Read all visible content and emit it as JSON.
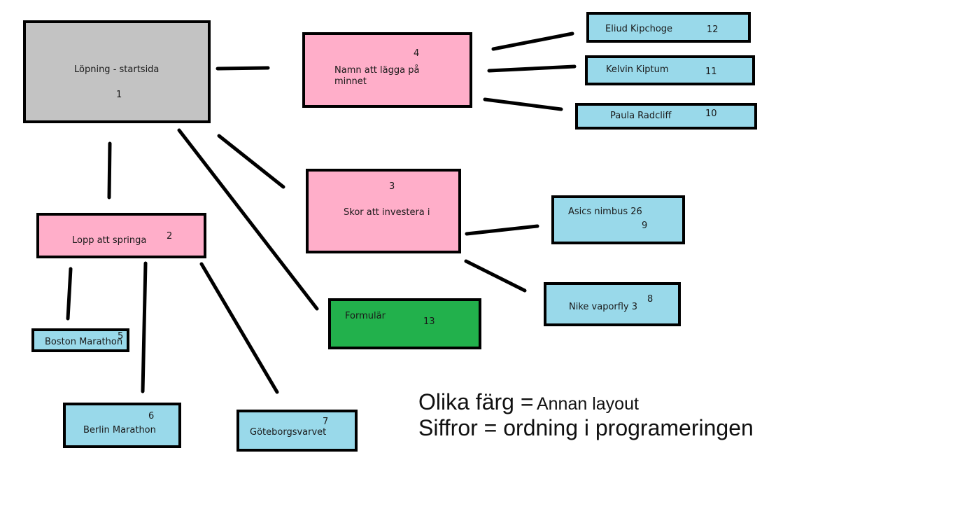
{
  "nodes": {
    "home": {
      "label": "Löpning - startsida",
      "number": "1",
      "color": "#c3c3c3"
    },
    "races": {
      "label": "Lopp att springa",
      "number": "2",
      "color": "#ffaec9"
    },
    "shoes": {
      "label": "Skor att investera i",
      "number": "3",
      "color": "#ffaec9"
    },
    "names": {
      "label": "Namn att lägga på minnet",
      "number": "4",
      "color": "#ffaec9"
    },
    "boston": {
      "label": "Boston Marathon",
      "number": "5",
      "color": "#99d9ea"
    },
    "berlin": {
      "label": "Berlin Marathon",
      "number": "6",
      "color": "#99d9ea"
    },
    "goteborg": {
      "label": "Göteborgsvarvet",
      "number": "7",
      "color": "#99d9ea"
    },
    "nike": {
      "label": "Nike vaporfly 3",
      "number": "8",
      "color": "#99d9ea"
    },
    "asics": {
      "label": "Asics nimbus 26",
      "number": "9",
      "color": "#99d9ea"
    },
    "paula": {
      "label": "Paula Radcliff",
      "number": "10",
      "color": "#99d9ea"
    },
    "kelvin": {
      "label": "Kelvin Kiptum",
      "number": "11",
      "color": "#99d9ea"
    },
    "eliud": {
      "label": "Eliud Kipchoge",
      "number": "12",
      "color": "#99d9ea"
    },
    "form": {
      "label": "Formulär",
      "number": "13",
      "color": "#22b14c"
    }
  },
  "edges": [
    [
      "home",
      "names"
    ],
    [
      "home",
      "races"
    ],
    [
      "home",
      "shoes"
    ],
    [
      "home",
      "form"
    ],
    [
      "names",
      "eliud"
    ],
    [
      "names",
      "kelvin"
    ],
    [
      "names",
      "paula"
    ],
    [
      "shoes",
      "asics"
    ],
    [
      "shoes",
      "nike"
    ],
    [
      "races",
      "boston"
    ],
    [
      "races",
      "berlin"
    ],
    [
      "races",
      "goteborg"
    ]
  ],
  "legend": {
    "line1_key": "Olika färg =",
    "line1_value": "Annan layout",
    "line2": "Siffror = ordning i programeringen"
  }
}
